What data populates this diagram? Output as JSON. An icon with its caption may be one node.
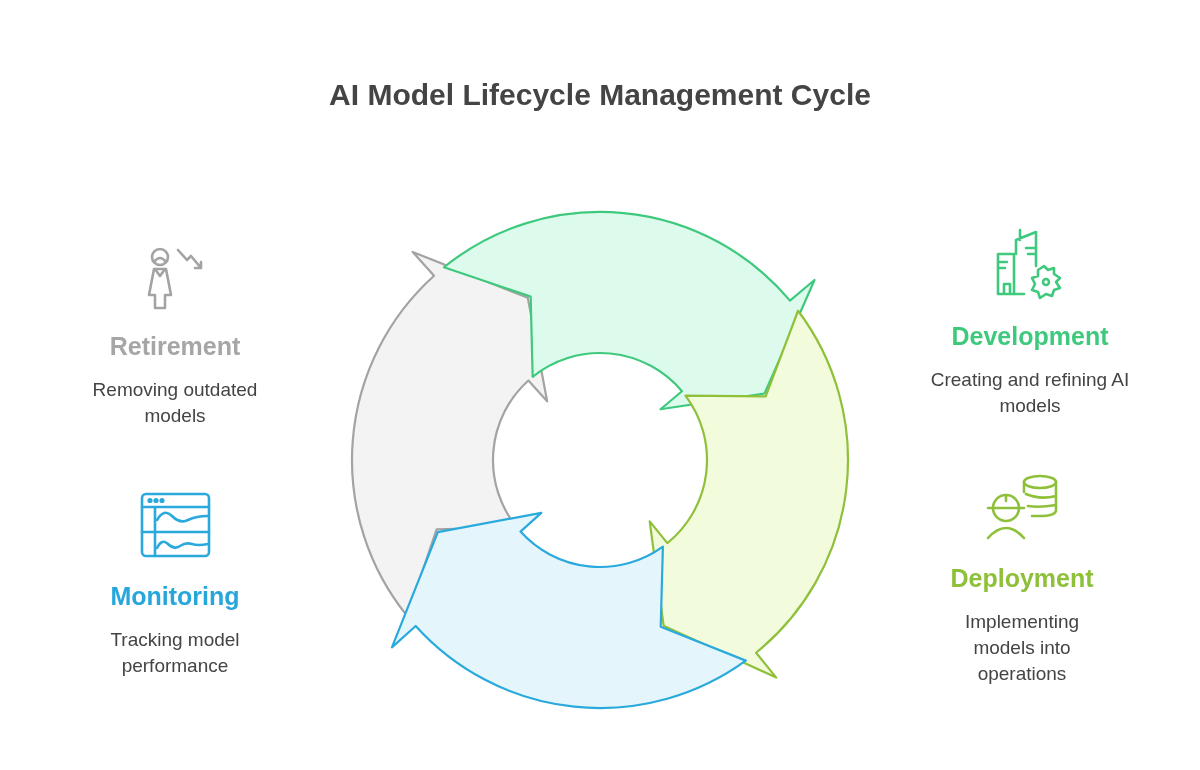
{
  "diagram": {
    "title": "AI Model Lifecycle Management Cycle",
    "nodes": [
      {
        "text": [
          "Retirement",
          "Removing outdated models"
        ]
      },
      {
        "text": [
          "Development",
          "Creating and refining AI models"
        ]
      },
      {
        "text": [
          "Monitoring",
          "Tracking model performance"
        ]
      },
      {
        "text": [
          "Deployment",
          "Implementing models into operations"
        ]
      },
      {
        "text": [],
        "shape": "arrow"
      },
      {
        "text": [],
        "shape": "arrow"
      },
      {
        "text": [],
        "shape": "arrow"
      },
      {
        "text": [],
        "shape": "arrow"
      }
    ]
  }
}
